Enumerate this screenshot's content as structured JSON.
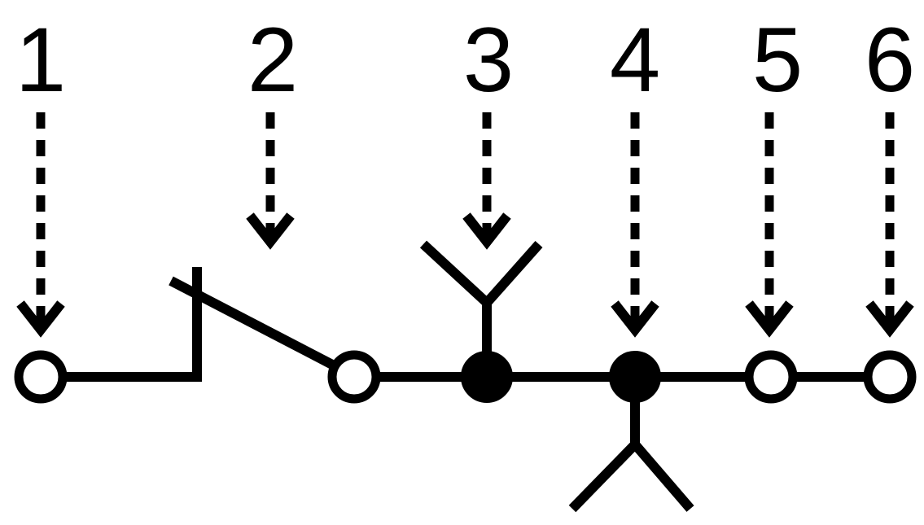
{
  "diagram": {
    "labels": [
      "1",
      "2",
      "3",
      "4",
      "5",
      "6"
    ],
    "colors": {
      "ink": "#000000",
      "background": "#ffffff",
      "open_node_fill": "#ffffff"
    }
  }
}
